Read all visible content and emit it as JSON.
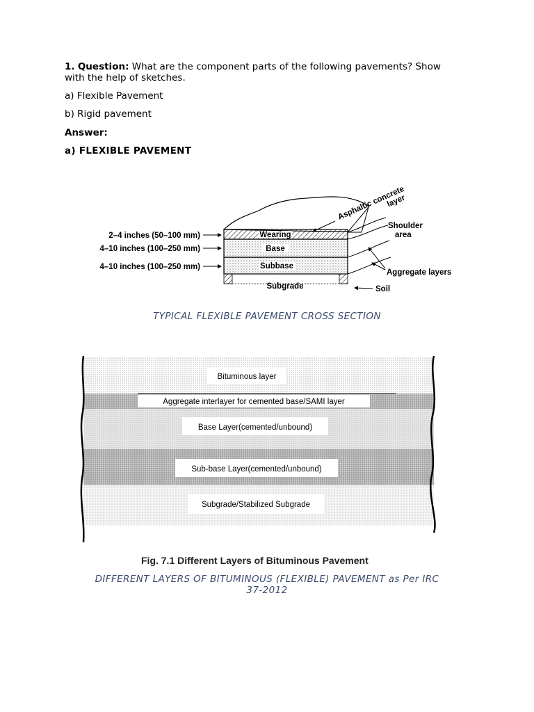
{
  "question": {
    "number": "1.",
    "keyword": "Question:",
    "text_line1": "What are the component parts of the following pavements? Show",
    "text_line2": "with the help of sketches.",
    "option_a": "a) Flexible Pavement",
    "option_b": "b) Rigid pavement"
  },
  "answer": {
    "heading": "Answer:",
    "section_a": "a) FLEXIBLE PAVEMENT"
  },
  "figure1": {
    "caption": "TYPICAL FLEXIBLE PAVEMENT CROSS SECTION",
    "dims": [
      "2–4 inches (50–100 mm)",
      "4–10 inches (100–250 mm)",
      "4–10 inches (100–250 mm)"
    ],
    "layers": [
      "Wearing",
      "Base",
      "Subbase",
      "Subgrade"
    ],
    "callouts": {
      "asphalt_1": "Asphaltic concrete",
      "asphalt_2": "layer",
      "shoulder_1": "Shoulder",
      "shoulder_2": "area",
      "aggregate": "Aggregate layers",
      "soil": "Soil"
    }
  },
  "figure2": {
    "layers": [
      "Bituminous layer",
      "Aggregate interlayer for cemented base/SAMI layer",
      "Base Layer(cemented/unbound)",
      "Sub-base Layer(cemented/unbound)",
      "Subgrade/Stabilized Subgrade"
    ],
    "fig_title": "Fig. 7.1 Different Layers of Bituminous Pavement",
    "caption_line1": "DIFFERENT LAYERS OF BITUMINOUS (FLEXIBLE) PAVEMENT as Per IRC",
    "caption_line2": "37-2012"
  }
}
